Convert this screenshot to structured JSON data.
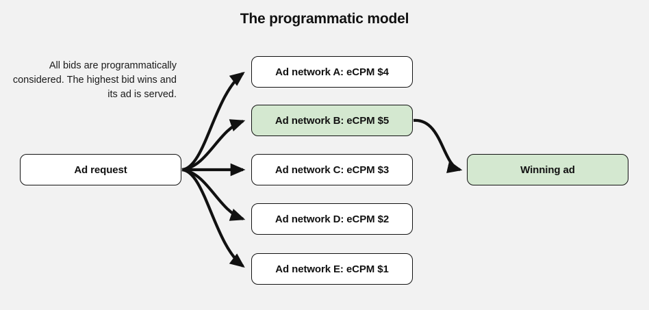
{
  "diagram": {
    "title": "The programmatic model",
    "caption": "All bids are programmatically considered. The highest bid wins and its ad is served.",
    "background_color": "#f2f2f2",
    "highlight_color": "#d4e8d0",
    "stroke_color": "#111111",
    "nodes": {
      "ad_request": {
        "label": "Ad request"
      },
      "networks": [
        {
          "label": "Ad network A: eCPM $4",
          "network": "A",
          "ecpm": "$4",
          "highlighted": false
        },
        {
          "label": "Ad network B: eCPM $5",
          "network": "B",
          "ecpm": "$5",
          "highlighted": true
        },
        {
          "label": "Ad network C: eCPM $3",
          "network": "C",
          "ecpm": "$3",
          "highlighted": false
        },
        {
          "label": "Ad network D: eCPM $2",
          "network": "D",
          "ecpm": "$2",
          "highlighted": false
        },
        {
          "label": "Ad network E: eCPM $1",
          "network": "E",
          "ecpm": "$1",
          "highlighted": false
        }
      ],
      "winner": {
        "label": "Winning ad"
      }
    },
    "edges": [
      {
        "from": "ad_request",
        "to": "Ad network A: eCPM $4"
      },
      {
        "from": "ad_request",
        "to": "Ad network B: eCPM $5"
      },
      {
        "from": "ad_request",
        "to": "Ad network C: eCPM $3"
      },
      {
        "from": "ad_request",
        "to": "Ad network D: eCPM $2"
      },
      {
        "from": "ad_request",
        "to": "Ad network E: eCPM $1"
      },
      {
        "from": "Ad network B: eCPM $5",
        "to": "Winning ad"
      }
    ]
  }
}
